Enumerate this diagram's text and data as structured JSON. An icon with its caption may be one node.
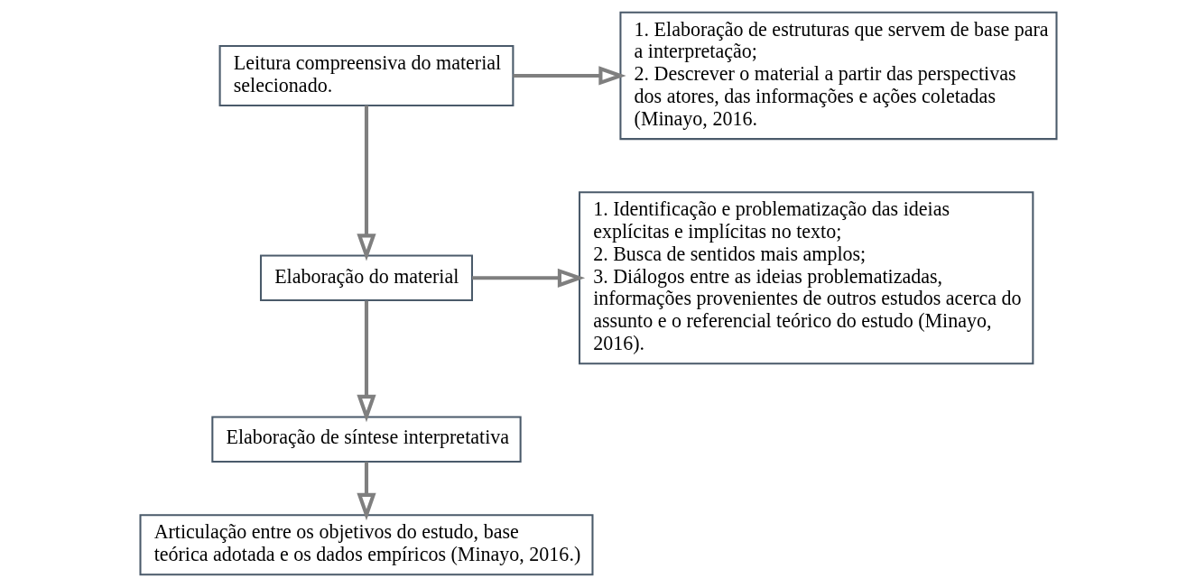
{
  "diagram": {
    "nodes": [
      {
        "text": [
          "Leitura compreensiva do material selecionado."
        ]
      },
      {
        "text": [
          "1. Elaboração de estruturas que servem de base para a interpretação;",
          "2. Descrever o material a partir das perspectivas dos atores, das informações e ações coletadas (Minayo, 2016."
        ]
      },
      {
        "text": [
          "Elaboração do material"
        ]
      },
      {
        "text": [
          "1. Identificação e problematização das ideias explícitas e implícitas no texto;",
          "2. Busca de sentidos mais amplos;",
          "3. Diálogos entre as ideias problematizadas, informações provenientes de outros estudos acerca do assunto e o referencial teórico do estudo (Minayo, 2016)."
        ]
      },
      {
        "text": [
          "Elaboração de síntese interpretativa"
        ]
      },
      {
        "text": [
          "Articulação entre os objetivos do estudo, base teórica adotada e os dados empíricos (Minayo, 2016.)"
        ]
      }
    ],
    "edges": [
      {
        "from": 0,
        "to": 1,
        "arrow": "to"
      },
      {
        "from": 0,
        "to": 2,
        "arrow": "to"
      },
      {
        "from": 2,
        "to": 3,
        "arrow": "to"
      },
      {
        "from": 2,
        "to": 4,
        "arrow": "to"
      },
      {
        "from": 4,
        "to": 5,
        "arrow": "to"
      }
    ]
  }
}
